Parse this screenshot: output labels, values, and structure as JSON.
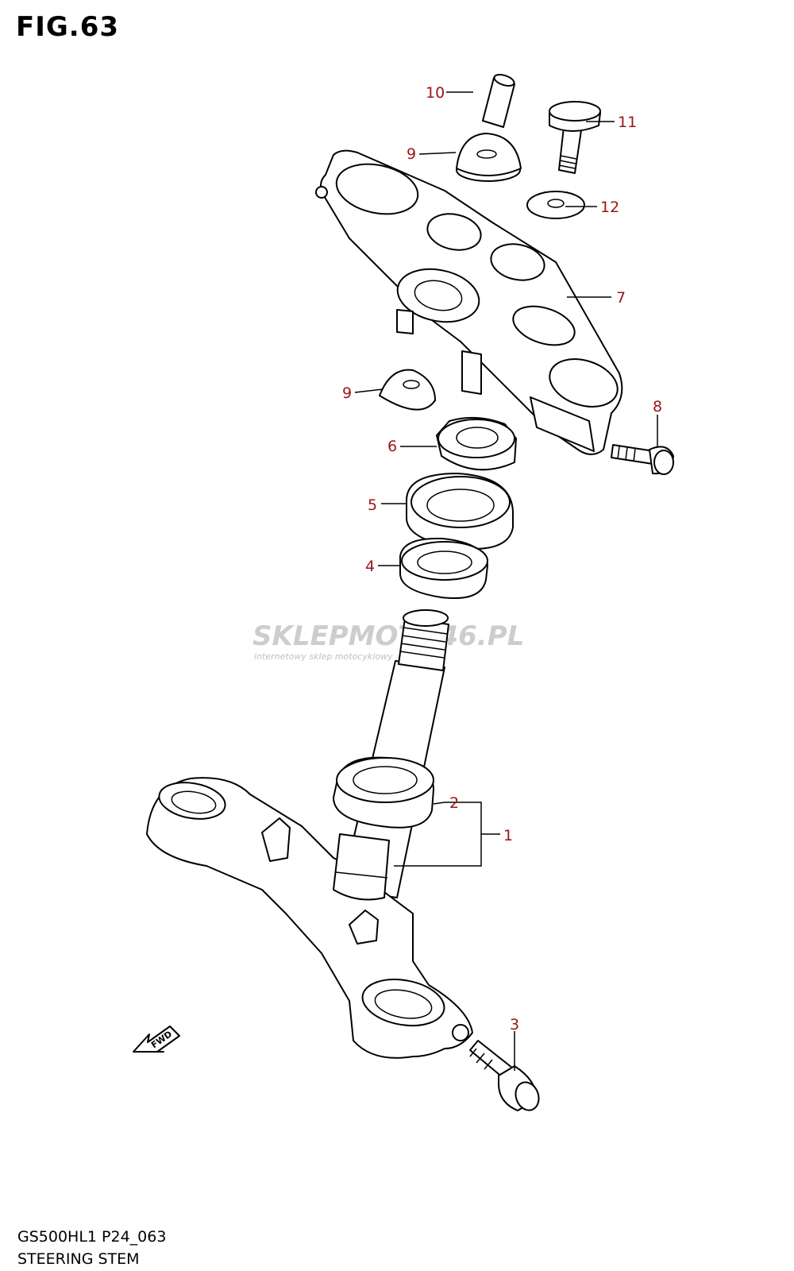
{
  "figure": {
    "title": "FIG.63",
    "code": "GS500HL1 P24_063",
    "name": "STEERING STEM"
  },
  "watermark": {
    "brand": "SKLEPMOTO46.PL",
    "tagline": "internetowy sklep motocyklowy"
  },
  "direction_marker": "FWD",
  "callouts": {
    "p1": "1",
    "p2": "2",
    "p3": "3",
    "p4": "4",
    "p5": "5",
    "p6": "6",
    "p7": "7",
    "p8": "8",
    "p9a": "9",
    "p9b": "9",
    "p10": "10",
    "p11": "11",
    "p12": "12"
  },
  "colors": {
    "callout": "#9a1515",
    "line": "#000000",
    "watermark": "#bdbdbd"
  }
}
